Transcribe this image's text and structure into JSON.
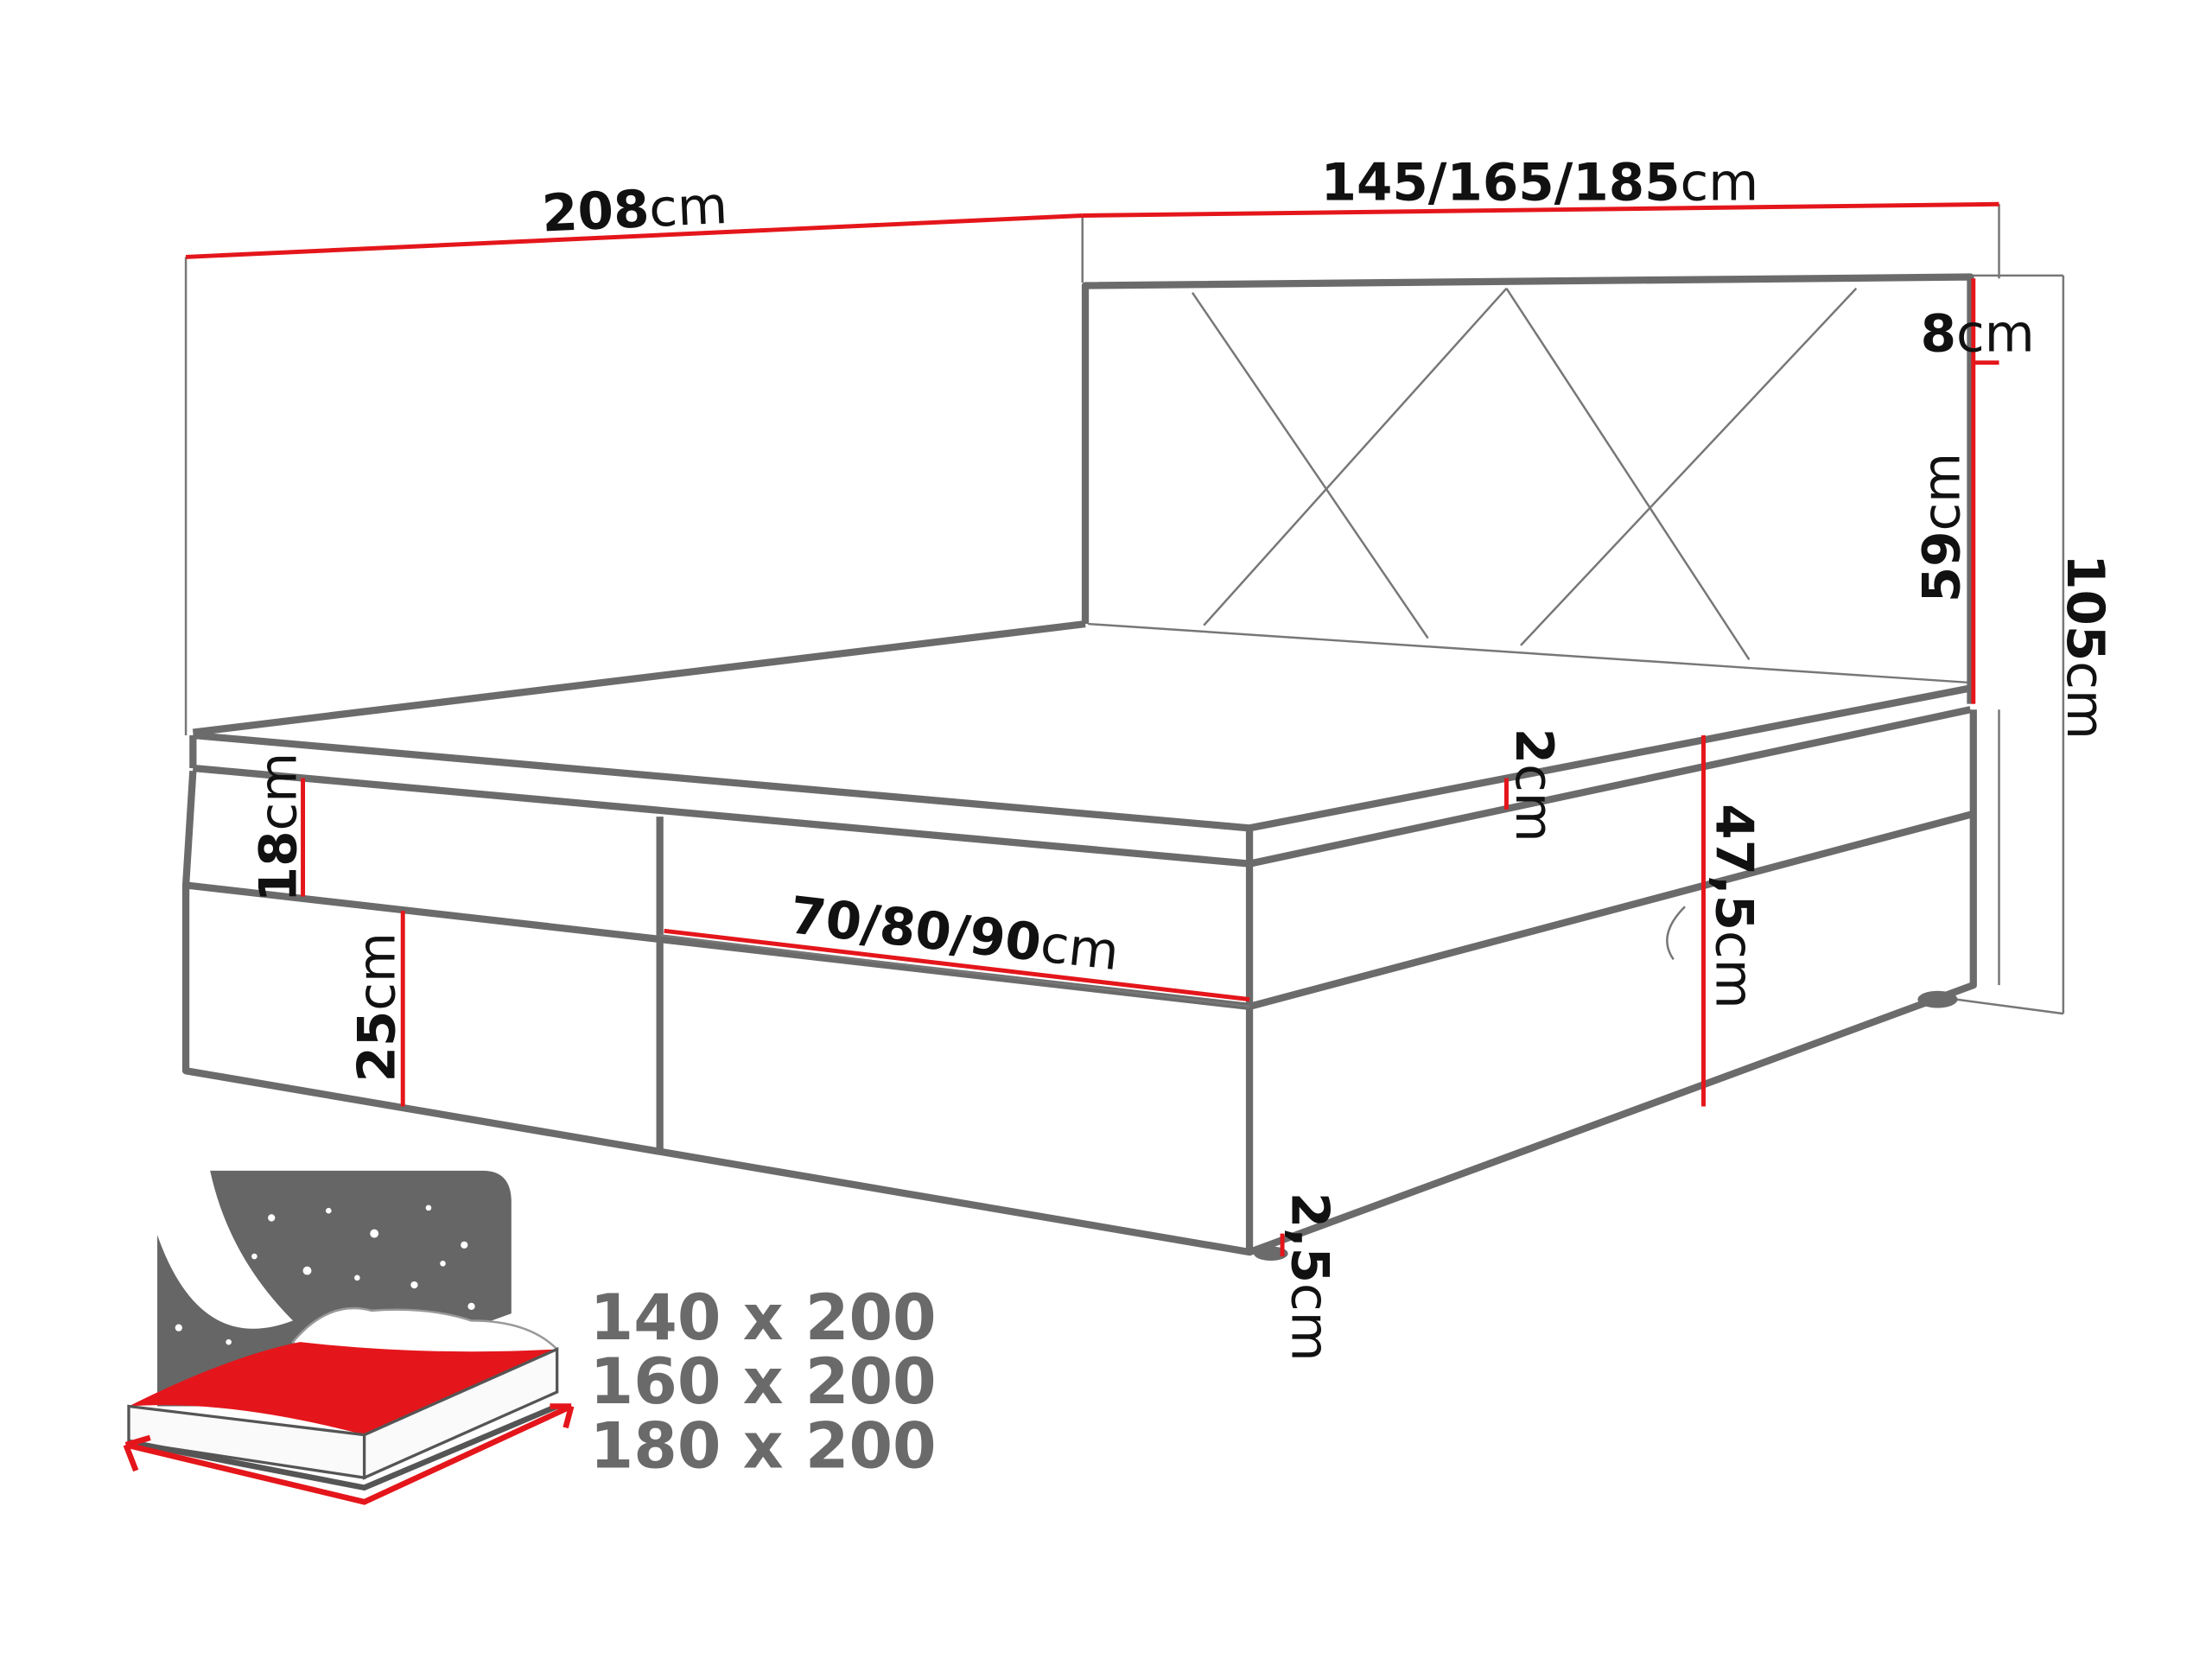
{
  "dimensions": {
    "length": {
      "value": "208",
      "unit": "cm"
    },
    "width": {
      "value": "145/165/185",
      "unit": "cm"
    },
    "headboard_depth": {
      "value": "8",
      "unit": "cm"
    },
    "headboard_height": {
      "value": "59",
      "unit": "cm"
    },
    "total_height": {
      "value": "105",
      "unit": "cm"
    },
    "topper_thickness": {
      "value": "2",
      "unit": "cm"
    },
    "mattress_height": {
      "value": "18",
      "unit": "cm"
    },
    "base_height": {
      "value": "25",
      "unit": "cm"
    },
    "sleep_height": {
      "value": "47,5",
      "unit": "cm"
    },
    "mattress_width": {
      "value": "70/80/90",
      "unit": "cm"
    },
    "feet_height": {
      "value": "2,5",
      "unit": "cm"
    }
  },
  "mattress_sizes": [
    "140 x 200",
    "160 x 200",
    "180 x 200"
  ],
  "colors": {
    "accent": "#e4161b",
    "outline": "#6b6b6b"
  }
}
